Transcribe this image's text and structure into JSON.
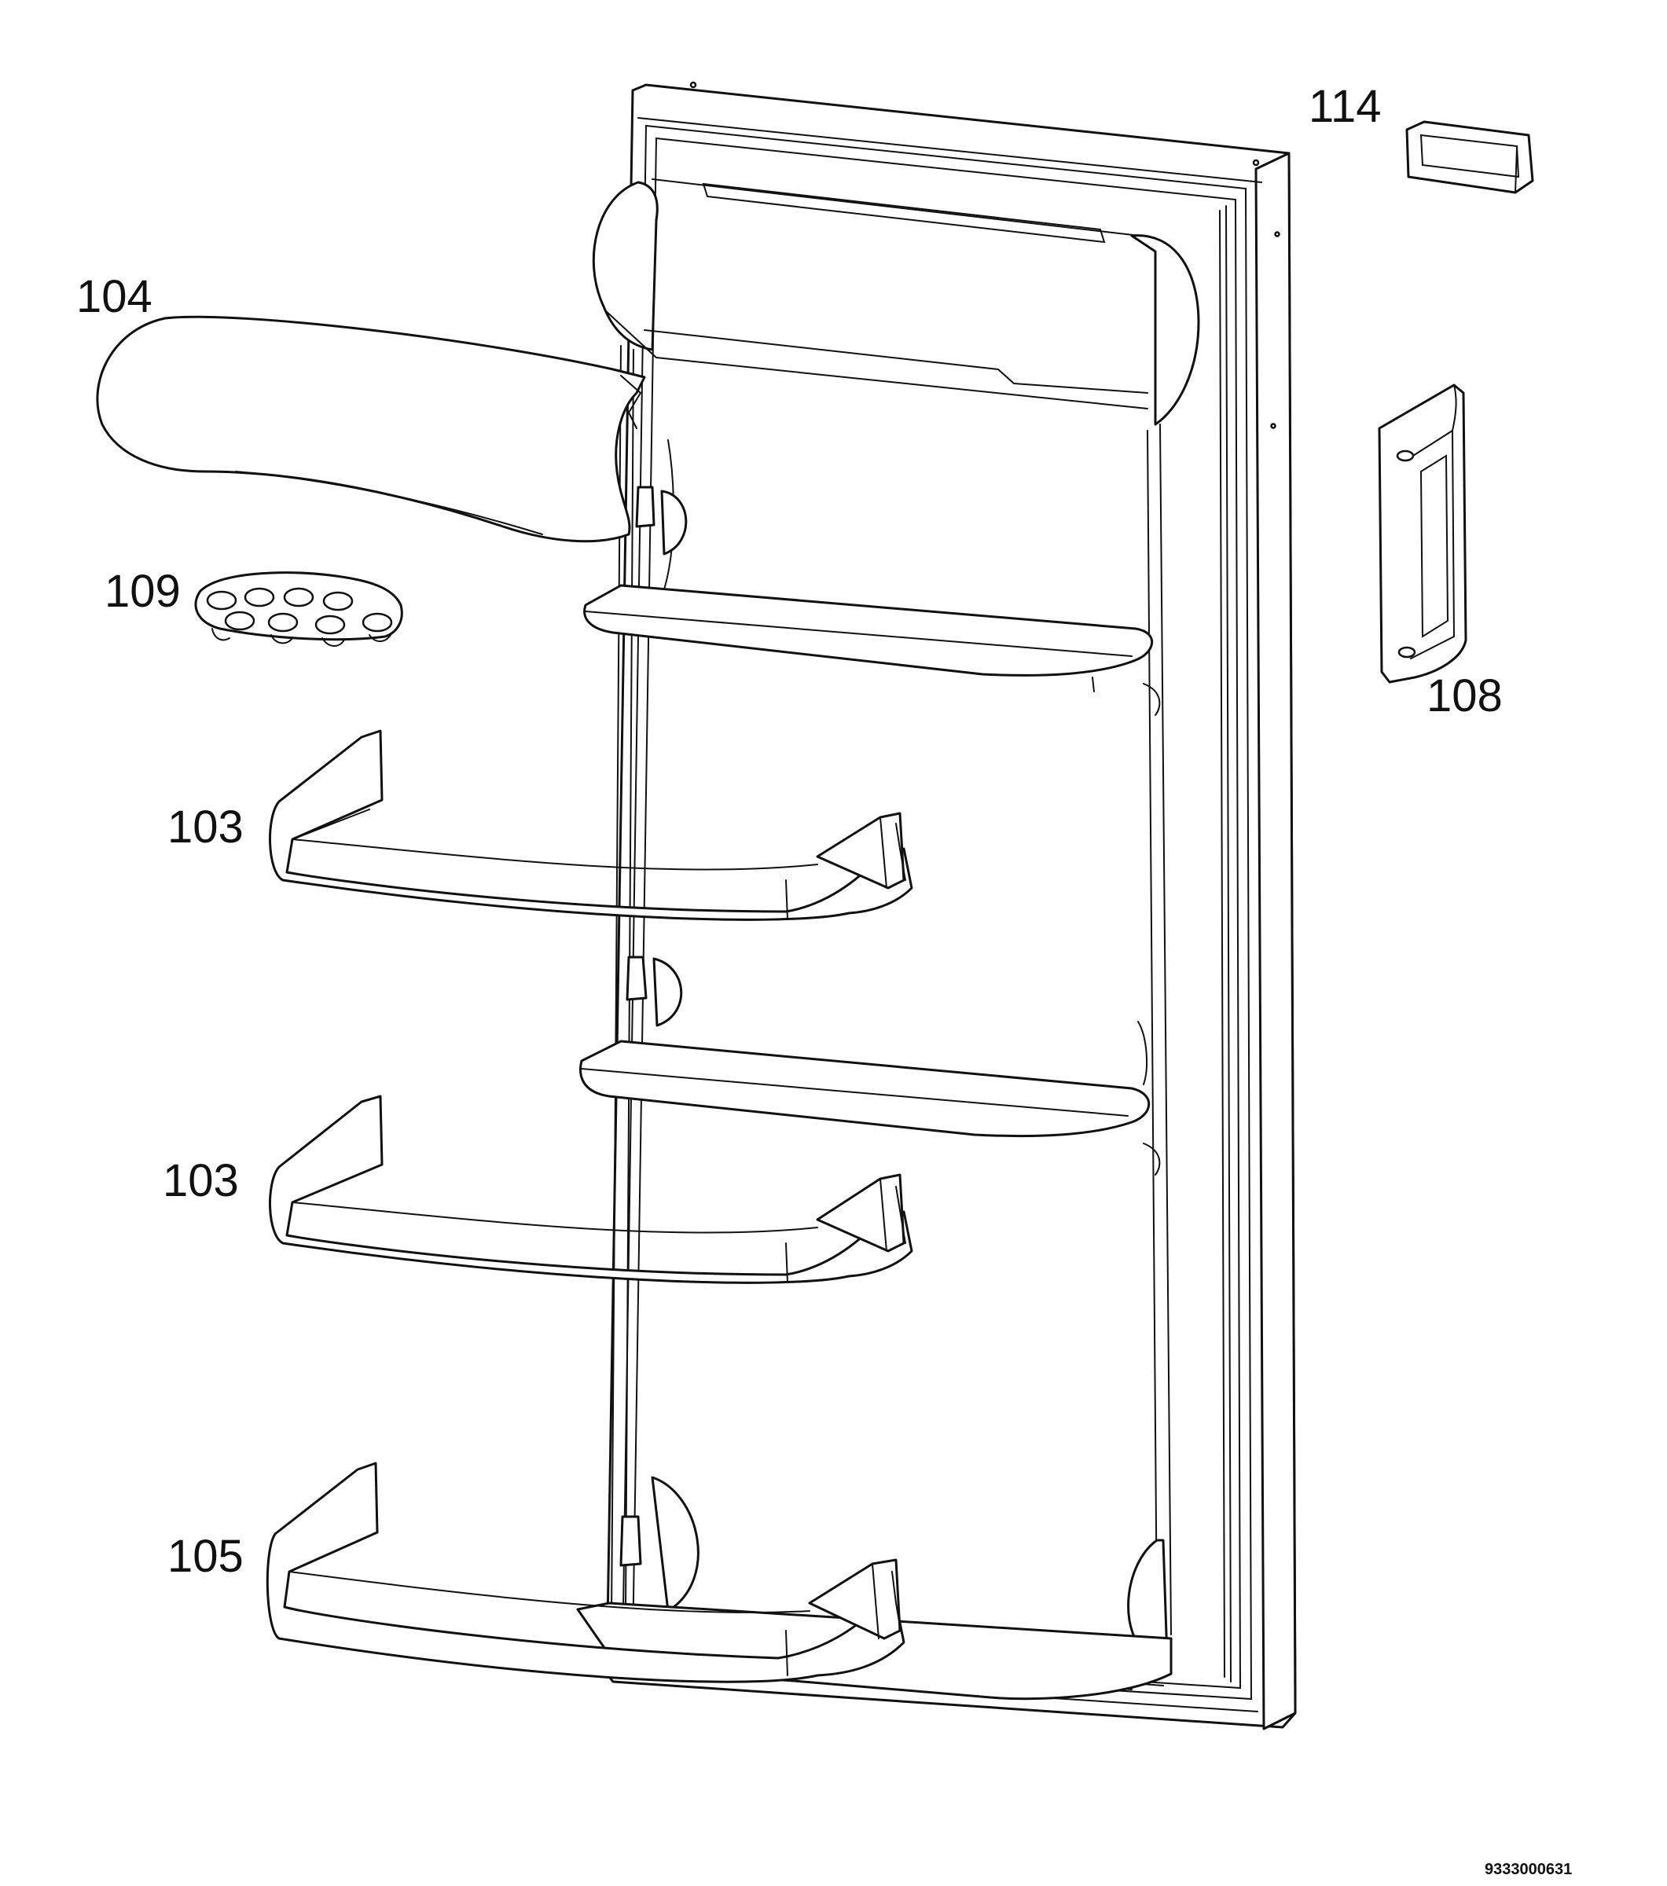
{
  "callouts": {
    "c114": "114",
    "c104": "104",
    "c109": "109",
    "c108": "108",
    "c103a": "103",
    "c103b": "103",
    "c105": "105"
  },
  "drawing_code": "9333000631"
}
